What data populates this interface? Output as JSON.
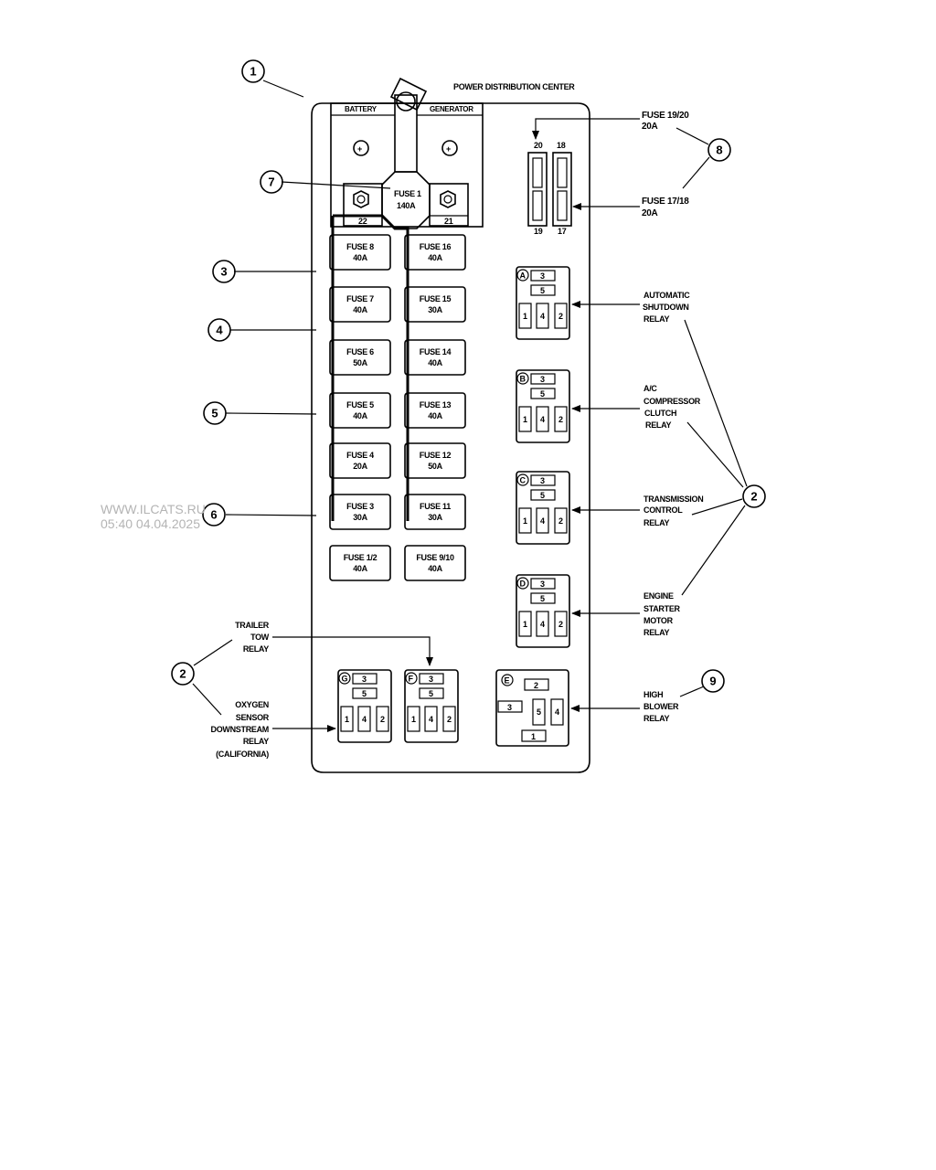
{
  "title": "POWER DISTRIBUTION CENTER",
  "watermark": {
    "site": "WWW.ILCATS.RU",
    "timestamp": "05:40 04.04.2025"
  },
  "terminals": {
    "battery": "BATTERY",
    "generator": "GENERATOR",
    "left_num": "22",
    "right_num": "21"
  },
  "main_fuse": {
    "name": "FUSE 1",
    "rating": "140A"
  },
  "mini_fuses": {
    "top_left": "20",
    "top_right": "18",
    "bottom_left": "19",
    "bottom_right": "17"
  },
  "fuse_left": [
    {
      "name": "FUSE 8",
      "rating": "40A"
    },
    {
      "name": "FUSE 7",
      "rating": "40A"
    },
    {
      "name": "FUSE 6",
      "rating": "50A"
    },
    {
      "name": "FUSE 5",
      "rating": "40A"
    },
    {
      "name": "FUSE 4",
      "rating": "20A"
    },
    {
      "name": "FUSE 3",
      "rating": "30A"
    },
    {
      "name": "FUSE 1/2",
      "rating": "40A"
    }
  ],
  "fuse_right": [
    {
      "name": "FUSE 16",
      "rating": "40A"
    },
    {
      "name": "FUSE 15",
      "rating": "30A"
    },
    {
      "name": "FUSE 14",
      "rating": "40A"
    },
    {
      "name": "FUSE 13",
      "rating": "40A"
    },
    {
      "name": "FUSE 12",
      "rating": "50A"
    },
    {
      "name": "FUSE 11",
      "rating": "30A"
    },
    {
      "name": "FUSE 9/10",
      "rating": "40A"
    }
  ],
  "relays": {
    "pins": {
      "p1": "1",
      "p2": "2",
      "p3": "3",
      "p4": "4",
      "p5": "5"
    },
    "A": "A",
    "B": "B",
    "C": "C",
    "D": "D",
    "E": "E",
    "F": "F",
    "G": "G"
  },
  "callouts": {
    "c1": "1",
    "c2": "2",
    "c3": "3",
    "c4": "4",
    "c5": "5",
    "c6": "6",
    "c7": "7",
    "c8": "8",
    "c9": "9"
  },
  "labels": {
    "fuse_19_20": [
      "FUSE  19/20",
      "20A"
    ],
    "fuse_17_18": [
      "FUSE  17/18",
      "20A"
    ],
    "asd_relay": [
      "AUTOMATIC",
      "SHUTDOWN",
      "RELAY"
    ],
    "ac_relay": [
      "A/C",
      "COMPRESSOR",
      "CLUTCH",
      "RELAY"
    ],
    "trans_relay": [
      "TRANSMISSION",
      "CONTROL",
      "RELAY"
    ],
    "starter_relay": [
      "ENGINE",
      "STARTER",
      "MOTOR",
      "RELAY"
    ],
    "blower_relay": [
      "HIGH",
      "BLOWER",
      "RELAY"
    ],
    "trailer_relay": [
      "TRAILER",
      "TOW",
      "RELAY"
    ],
    "o2_relay": [
      "OXYGEN",
      "SENSOR",
      "DOWNSTREAM",
      "RELAY",
      "(CALIFORNIA)"
    ]
  }
}
